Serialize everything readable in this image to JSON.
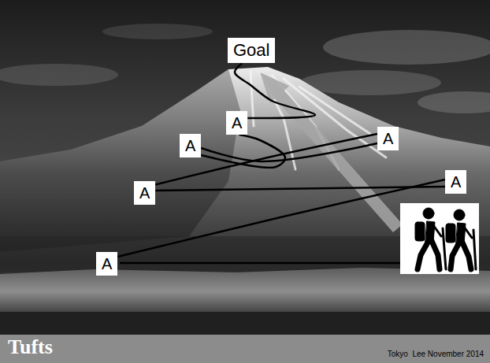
{
  "diagram": {
    "nodes": [
      {
        "text": [
          "Goal"
        ]
      },
      {
        "text": [
          "A"
        ]
      },
      {
        "text": [
          "A"
        ]
      },
      {
        "text": [
          "A"
        ]
      },
      {
        "text": [
          "A"
        ]
      },
      {
        "text": [
          "A"
        ]
      },
      {
        "text": [
          "A"
        ]
      }
    ],
    "edges": [
      {
        "from": 6,
        "to": 4,
        "arrow": "none"
      },
      {
        "from": 4,
        "to": 5,
        "arrow": "none"
      },
      {
        "from": 5,
        "to": 2,
        "arrow": "none"
      },
      {
        "from": 2,
        "to": 3,
        "arrow": "none"
      },
      {
        "from": 3,
        "to": 1,
        "arrow": "none"
      },
      {
        "from": 1,
        "to": 0,
        "arrow": "none"
      }
    ],
    "labels": [
      "Tufts",
      "Tokyo  Lee November 2014"
    ]
  }
}
